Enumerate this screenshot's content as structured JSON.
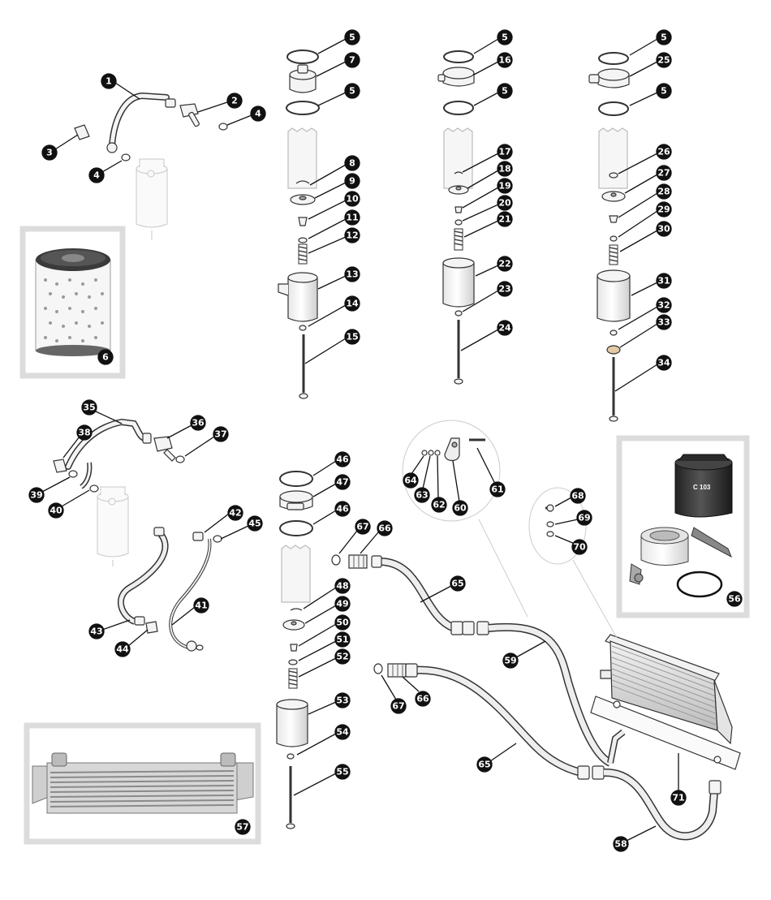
{
  "diagram": {
    "colors": {
      "outline": "#333333",
      "fill": "#f4f4f4",
      "shade": "#d9d9d9",
      "badge": "#111111",
      "badge_text": "#ffffff",
      "frame": "#dcdcdc",
      "ghost": "#c8c8c8",
      "hose": "#eeeeee"
    },
    "labels": [
      "1",
      "2",
      "3",
      "4",
      "5",
      "6",
      "7",
      "8",
      "9",
      "10",
      "11",
      "12",
      "13",
      "14",
      "15",
      "16",
      "17",
      "18",
      "19",
      "20",
      "21",
      "22",
      "23",
      "24",
      "25",
      "26",
      "27",
      "28",
      "29",
      "30",
      "31",
      "32",
      "33",
      "34",
      "35",
      "36",
      "37",
      "38",
      "39",
      "40",
      "41",
      "42",
      "43",
      "44",
      "45",
      "46",
      "47",
      "48",
      "49",
      "50",
      "51",
      "52",
      "53",
      "54",
      "55",
      "56",
      "57",
      "58",
      "59",
      "60",
      "61",
      "62",
      "63",
      "64",
      "65",
      "66",
      "67",
      "68",
      "69",
      "70",
      "71"
    ],
    "filter_box_text": "C 103",
    "filter_icon": "oil-filter-canister-icon",
    "element_icon": "paper-filter-element-icon",
    "cooler_icon": "oil-cooler-icon"
  }
}
